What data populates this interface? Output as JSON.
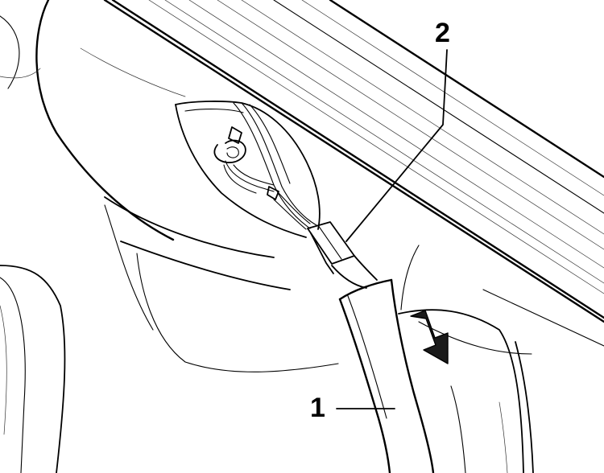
{
  "callouts": [
    {
      "id": "1",
      "label": "1"
    },
    {
      "id": "2",
      "label": "2"
    }
  ],
  "colors": {
    "line": "#000000",
    "background": "#ffffff",
    "arrow_fill": "#1a1a1a"
  },
  "icons": {
    "direction": "down-arrow-icon"
  }
}
